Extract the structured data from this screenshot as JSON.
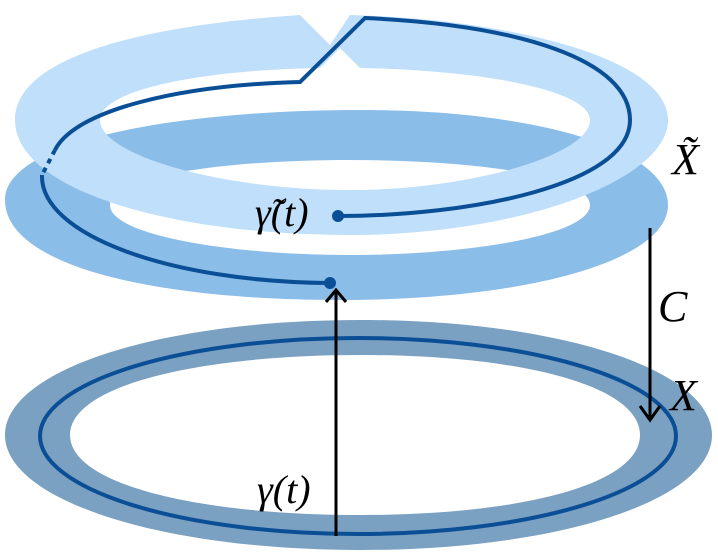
{
  "colors": {
    "cover_top": "#bfdffa",
    "cover_bottom": "#8bbde9",
    "base_ring": "#7aa0c2",
    "path": "#0a4f96",
    "arrow": "#000000"
  },
  "labels": {
    "cover_space": "X̃",
    "base_space": "X",
    "covering_map": "C",
    "lifted_path": "γ̃(t)",
    "base_path": "γ(t)"
  }
}
